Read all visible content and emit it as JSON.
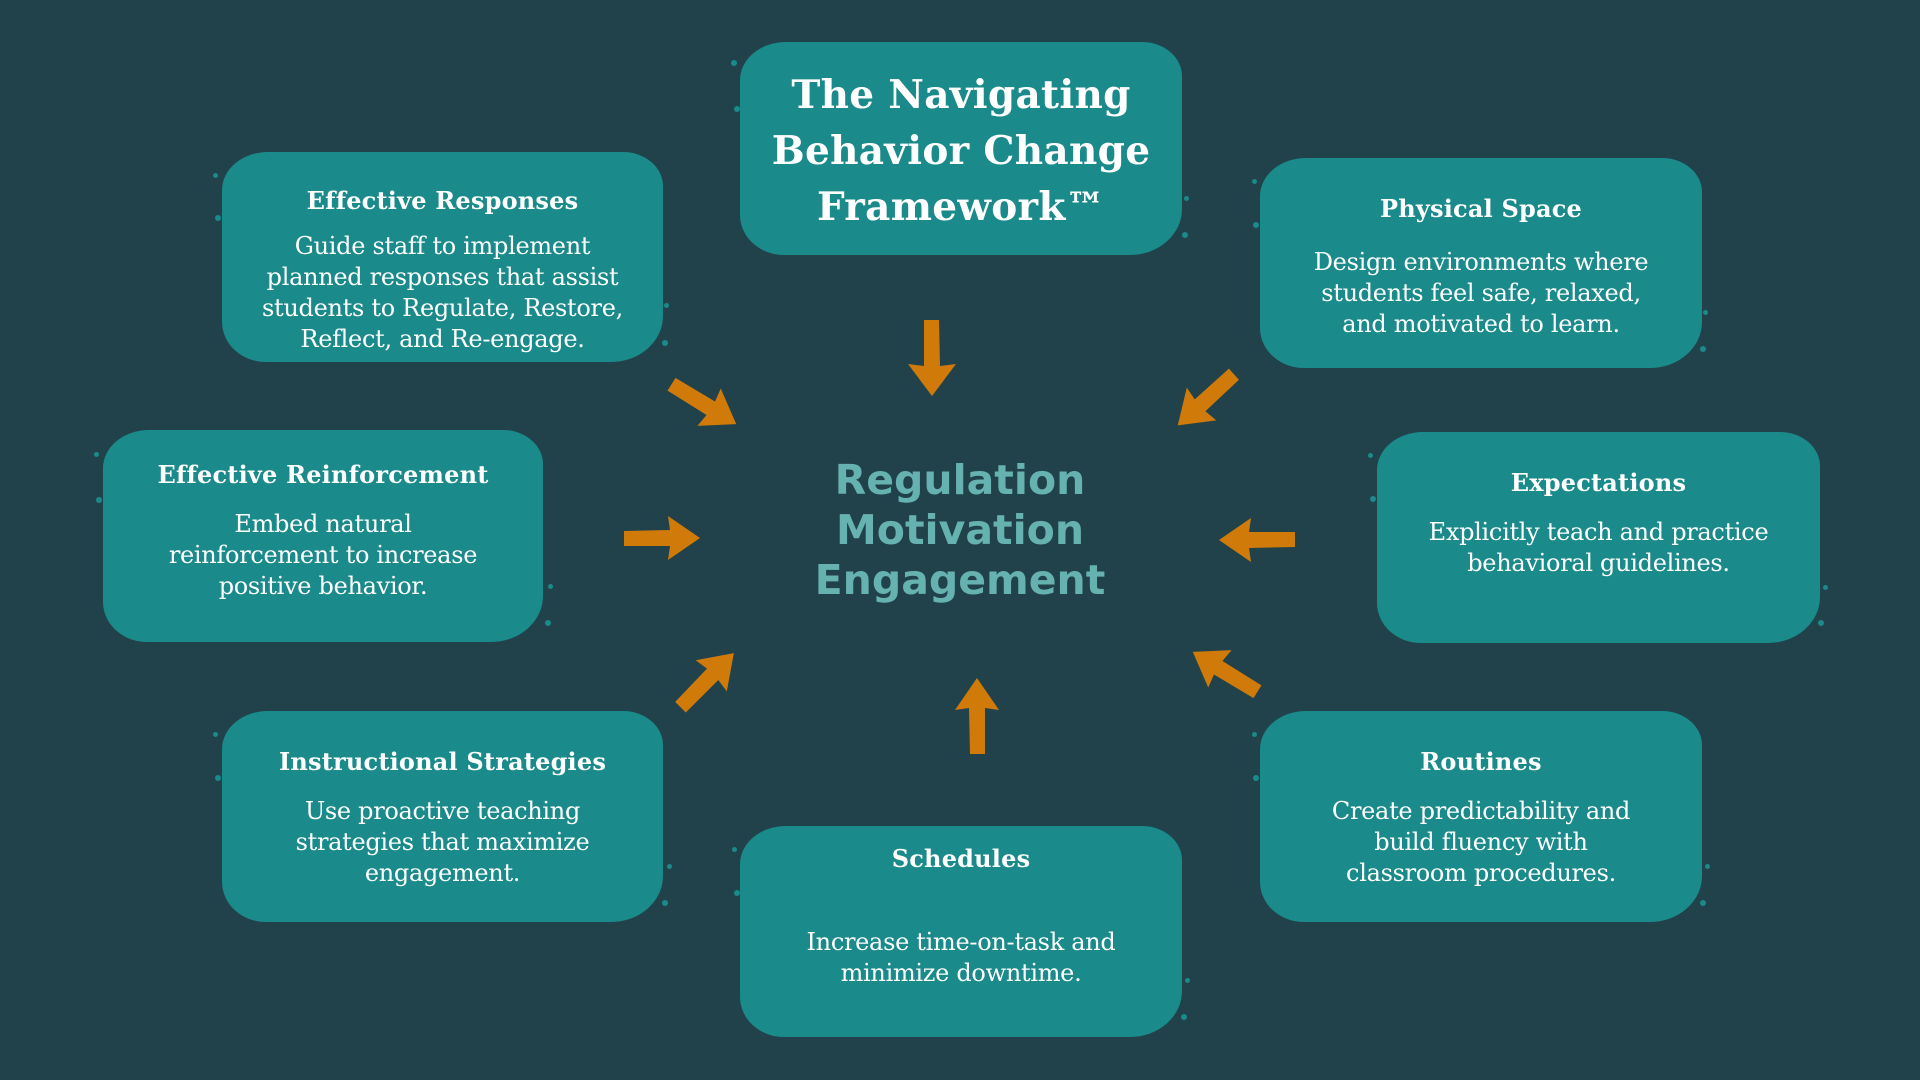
{
  "colors": {
    "background": "#21424a",
    "card": "#1a8a8a",
    "card_text": "#ffffff",
    "center_text": "#66b2b0",
    "arrow": "#d07a0a"
  },
  "title": {
    "lines": [
      "The Navigating",
      "Behavior Change",
      "Framework™"
    ]
  },
  "center": {
    "lines": [
      "Regulation",
      "Motivation",
      "Engagement"
    ]
  },
  "cards": {
    "effective_responses": {
      "title": "Effective Responses",
      "lines": [
        "Guide staff to implement",
        "planned responses that assist",
        "students to Regulate, Restore,",
        "Reflect, and Re-engage."
      ]
    },
    "physical_space": {
      "title": "Physical Space",
      "lines": [
        "Design environments where",
        "students feel safe, relaxed,",
        "and motivated to learn."
      ]
    },
    "effective_reinforcement": {
      "title": "Effective Reinforcement",
      "lines": [
        "Embed natural",
        "reinforcement to increase",
        "positive behavior."
      ]
    },
    "expectations": {
      "title": "Expectations",
      "lines": [
        "Explicitly teach and practice",
        "behavioral guidelines."
      ]
    },
    "instructional_strategies": {
      "title": "Instructional Strategies",
      "lines": [
        "Use proactive teaching",
        "strategies that maximize",
        "engagement."
      ]
    },
    "schedules": {
      "title": "Schedules",
      "lines": [
        "Increase time-on-task and",
        "minimize downtime."
      ]
    },
    "routines": {
      "title": "Routines",
      "lines": [
        "Create predictability and",
        "build fluency with",
        "classroom procedures."
      ]
    }
  },
  "arrows": [
    {
      "name": "arrow-from-title",
      "direction": "down"
    },
    {
      "name": "arrow-from-effective-responses",
      "direction": "down-right"
    },
    {
      "name": "arrow-from-physical-space",
      "direction": "down-left"
    },
    {
      "name": "arrow-from-effective-reinforcement",
      "direction": "right"
    },
    {
      "name": "arrow-from-expectations",
      "direction": "left"
    },
    {
      "name": "arrow-from-instructional-strategies",
      "direction": "up-right"
    },
    {
      "name": "arrow-from-routines",
      "direction": "up-left"
    },
    {
      "name": "arrow-from-schedules",
      "direction": "up"
    }
  ]
}
